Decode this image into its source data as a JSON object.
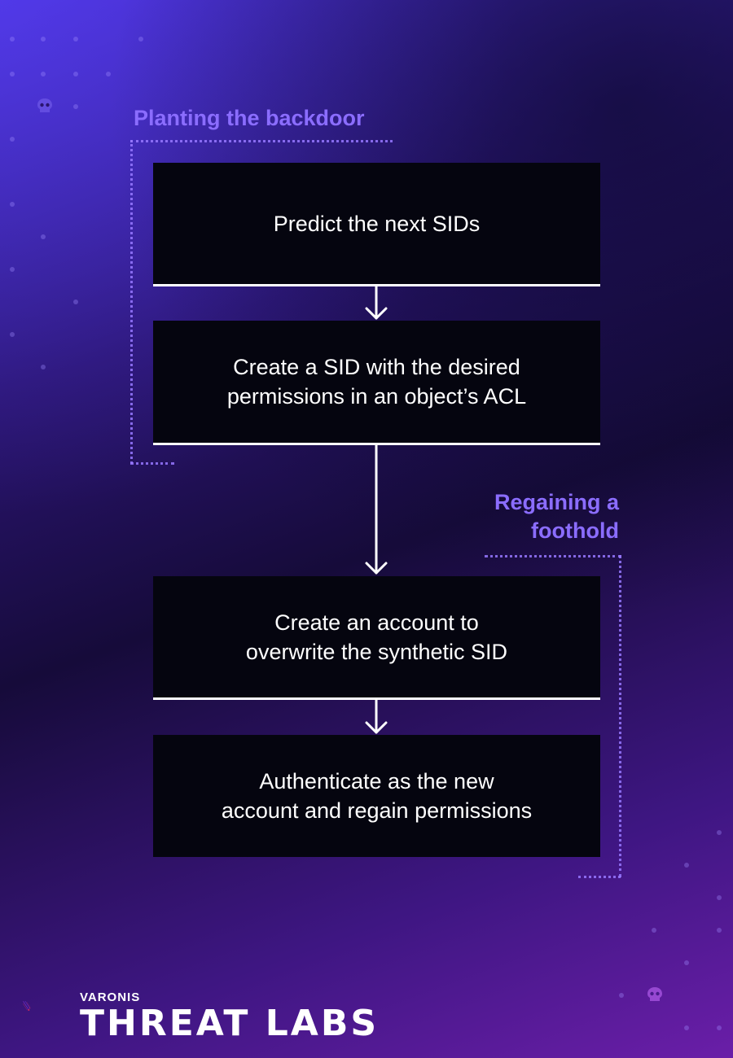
{
  "labels": {
    "planting": "Planting the backdoor",
    "regaining": "Regaining a\nfoothold"
  },
  "steps": [
    {
      "text": "Predict the next SIDs"
    },
    {
      "text": "Create a SID with the desired\npermissions in an object’s ACL"
    },
    {
      "text": "Create an account to\noverwrite the synthetic SID"
    },
    {
      "text": "Authenticate as the new\naccount and regain permissions"
    }
  ],
  "logo": {
    "brand": "VARONIS",
    "name": "THREAT LABS"
  },
  "colors": {
    "accent": "#8b6dff",
    "box": "#05050f",
    "arrow": "#ffffff"
  },
  "icons": [
    "skull-icon",
    "meteor-icon",
    "arrow-down-icon"
  ]
}
